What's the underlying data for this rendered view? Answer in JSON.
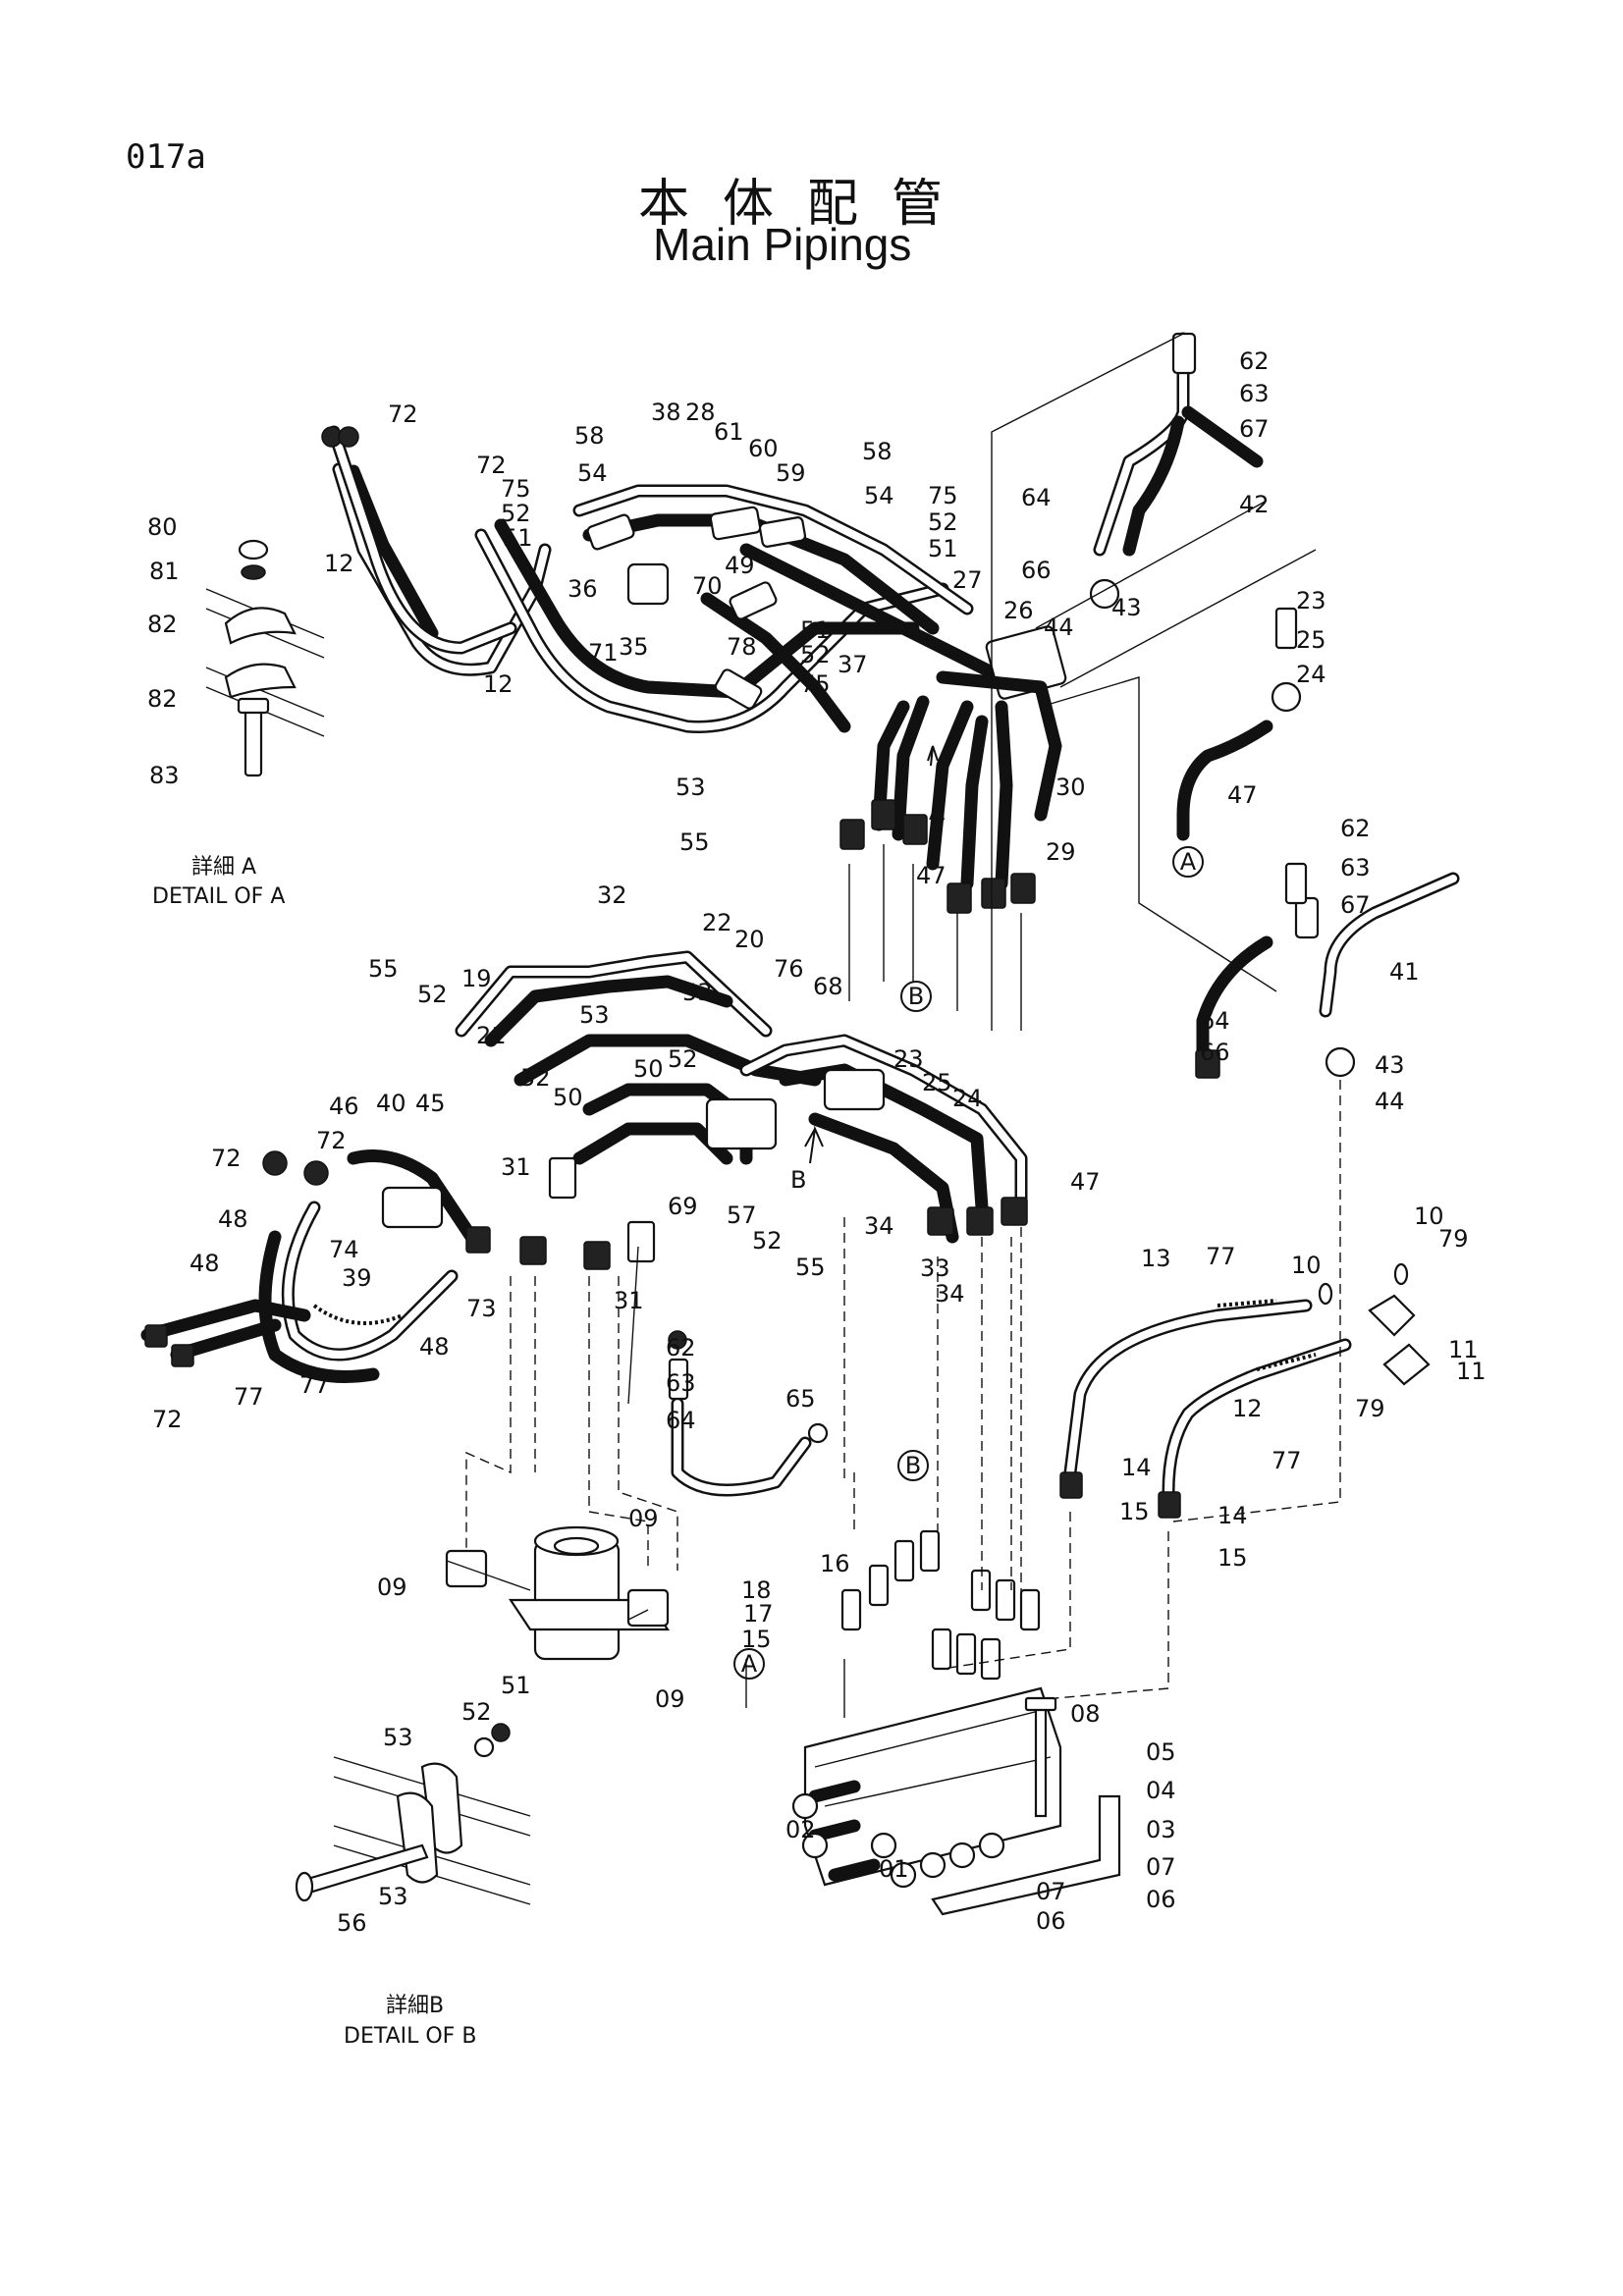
{
  "header": {
    "page_code": "017a",
    "title_jp": "本体配管",
    "title_en": "Main Pipings"
  },
  "detail_a": {
    "label_jp": "詳細 A",
    "label_en": "DETAIL OF A"
  },
  "detail_b": {
    "label_jp": "詳細B",
    "label_en": "DETAIL OF B"
  },
  "callouts": [
    {
      "label": "72"
    },
    {
      "label": "80"
    },
    {
      "label": "81"
    },
    {
      "label": "82"
    },
    {
      "label": "82"
    },
    {
      "label": "83"
    },
    {
      "label": "12"
    },
    {
      "label": "12"
    },
    {
      "label": "72"
    },
    {
      "label": "75"
    },
    {
      "label": "52"
    },
    {
      "label": "51"
    },
    {
      "label": "58"
    },
    {
      "label": "54"
    },
    {
      "label": "38"
    },
    {
      "label": "28"
    },
    {
      "label": "61"
    },
    {
      "label": "60"
    },
    {
      "label": "59"
    },
    {
      "label": "58"
    },
    {
      "label": "54"
    },
    {
      "label": "75"
    },
    {
      "label": "52"
    },
    {
      "label": "51"
    },
    {
      "label": "36"
    },
    {
      "label": "49"
    },
    {
      "label": "70"
    },
    {
      "label": "71"
    },
    {
      "label": "35"
    },
    {
      "label": "27"
    },
    {
      "label": "78"
    },
    {
      "label": "51"
    },
    {
      "label": "52"
    },
    {
      "label": "75"
    },
    {
      "label": "37"
    },
    {
      "label": "26"
    },
    {
      "label": "53"
    },
    {
      "label": "55"
    },
    {
      "label": "A"
    },
    {
      "label": "47"
    },
    {
      "label": "30"
    },
    {
      "label": "29"
    },
    {
      "label": "62"
    },
    {
      "label": "63"
    },
    {
      "label": "67"
    },
    {
      "label": "64"
    },
    {
      "label": "42"
    },
    {
      "label": "66"
    },
    {
      "label": "43"
    },
    {
      "label": "44"
    },
    {
      "label": "23"
    },
    {
      "label": "25"
    },
    {
      "label": "24"
    },
    {
      "label": "47"
    },
    {
      "label": "62"
    },
    {
      "label": "63"
    },
    {
      "label": "67"
    },
    {
      "label": "41"
    },
    {
      "label": "64"
    },
    {
      "label": "66"
    },
    {
      "label": "43"
    },
    {
      "label": "44"
    },
    {
      "label": "32"
    },
    {
      "label": "22"
    },
    {
      "label": "20"
    },
    {
      "label": "76"
    },
    {
      "label": "68"
    },
    {
      "label": "55"
    },
    {
      "label": "52"
    },
    {
      "label": "19"
    },
    {
      "label": "21"
    },
    {
      "label": "53"
    },
    {
      "label": "53"
    },
    {
      "label": "52"
    },
    {
      "label": "52"
    },
    {
      "label": "50"
    },
    {
      "label": "50"
    },
    {
      "label": "46"
    },
    {
      "label": "40"
    },
    {
      "label": "45"
    },
    {
      "label": "72"
    },
    {
      "label": "72"
    },
    {
      "label": "31"
    },
    {
      "label": "23"
    },
    {
      "label": "25"
    },
    {
      "label": "24"
    },
    {
      "label": "B"
    },
    {
      "label": "47"
    },
    {
      "label": "69"
    },
    {
      "label": "57"
    },
    {
      "label": "34"
    },
    {
      "label": "33"
    },
    {
      "label": "34"
    },
    {
      "label": "52"
    },
    {
      "label": "55"
    },
    {
      "label": "31"
    },
    {
      "label": "48"
    },
    {
      "label": "48"
    },
    {
      "label": "74"
    },
    {
      "label": "39"
    },
    {
      "label": "73"
    },
    {
      "label": "48"
    },
    {
      "label": "77"
    },
    {
      "label": "77"
    },
    {
      "label": "72"
    },
    {
      "label": "62"
    },
    {
      "label": "63"
    },
    {
      "label": "64"
    },
    {
      "label": "65"
    },
    {
      "label": "13"
    },
    {
      "label": "77"
    },
    {
      "label": "10"
    },
    {
      "label": "10"
    },
    {
      "label": "79"
    },
    {
      "label": "11"
    },
    {
      "label": "11"
    },
    {
      "label": "79"
    },
    {
      "label": "12"
    },
    {
      "label": "77"
    },
    {
      "label": "14"
    },
    {
      "label": "15"
    },
    {
      "label": "14"
    },
    {
      "label": "15"
    },
    {
      "label": "09"
    },
    {
      "label": "09"
    },
    {
      "label": "09"
    },
    {
      "label": "16"
    },
    {
      "label": "18"
    },
    {
      "label": "17"
    },
    {
      "label": "15"
    },
    {
      "label": "08"
    },
    {
      "label": "05"
    },
    {
      "label": "04"
    },
    {
      "label": "03"
    },
    {
      "label": "07"
    },
    {
      "label": "06"
    },
    {
      "label": "07"
    },
    {
      "label": "06"
    },
    {
      "label": "02"
    },
    {
      "label": "01"
    },
    {
      "label": "52"
    },
    {
      "label": "51"
    },
    {
      "label": "53"
    },
    {
      "label": "53"
    },
    {
      "label": "56"
    }
  ],
  "ref_marks": [
    {
      "label": "A"
    },
    {
      "label": "B"
    },
    {
      "label": "B"
    },
    {
      "label": "A"
    }
  ]
}
